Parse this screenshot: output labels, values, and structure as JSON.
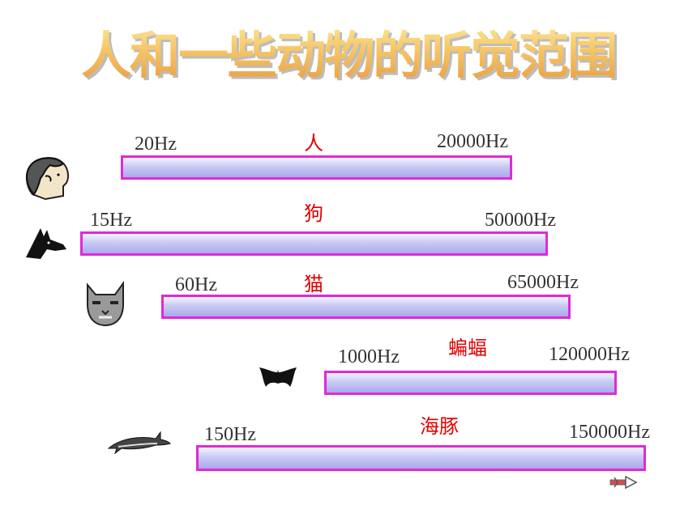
{
  "title": "人和一些动物的听觉范围",
  "rows": [
    {
      "name": "人",
      "low": "20Hz",
      "high": "20000Hz",
      "icon": "human-head-icon"
    },
    {
      "name": "狗",
      "low": "15Hz",
      "high": "50000Hz",
      "icon": "dog-icon"
    },
    {
      "name": "猫",
      "low": "60Hz",
      "high": "65000Hz",
      "icon": "cat-icon"
    },
    {
      "name": "蝙蝠",
      "low": "1000Hz",
      "high": "120000Hz",
      "icon": "bat-icon"
    },
    {
      "name": "海豚",
      "low": "150Hz",
      "high": "150000Hz",
      "icon": "dolphin-icon"
    }
  ],
  "colors": {
    "bar_border": "#e02ad6",
    "bar_fill": "#c9c9f4",
    "name_text": "#e00000"
  },
  "nav": {
    "icon": "next-arrow-icon"
  }
}
